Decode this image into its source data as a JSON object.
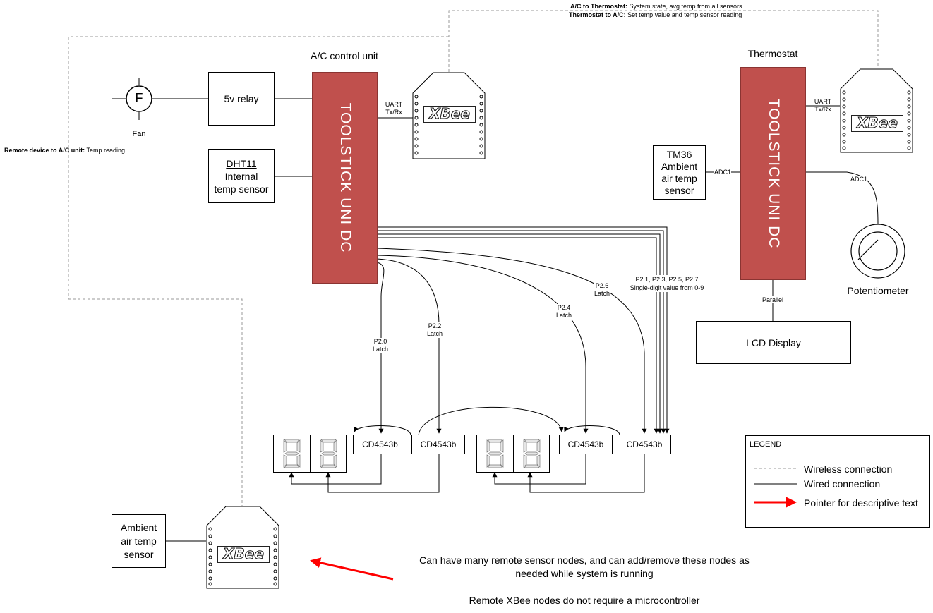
{
  "legend_top_notes": {
    "ac_to_thermostat_bold": "A/C to Thermostat:",
    "ac_to_thermostat_text": " System state, avg temp from all sensors",
    "thermostat_to_ac_bold": "Thermostat to A/C:",
    "thermostat_to_ac_text": " Set temp value and temp sensor reading"
  },
  "remote_note": {
    "bold": "Remote device to A/C unit:",
    "text": " Temp reading"
  },
  "ac_unit": {
    "title": "A/C control unit",
    "mcu_label": "TOOLSTICK UNI DC",
    "fan_symbol": "F",
    "fan_label": "Fan",
    "relay_label": "5v relay",
    "dht_title": "DHT11",
    "dht_line1": "Internal",
    "dht_line2": "temp sensor",
    "uart_line1": "UART",
    "uart_line2": "Tx/Rx",
    "xbee_logo": "XBee"
  },
  "thermostat": {
    "title": "Thermostat",
    "mcu_label": "TOOLSTICK UNI DC",
    "uart_line1": "UART",
    "uart_line2": "Tx/Rx",
    "xbee_logo": "XBee",
    "tm36_title": "TM36",
    "tm36_line1": "Ambient",
    "tm36_line2": "air temp",
    "tm36_line3": "sensor",
    "adc_left": "ADC1",
    "adc_right": "ADC1",
    "pot_label": "Potentiometer",
    "parallel_label": "Parallel",
    "lcd_label": "LCD Display"
  },
  "bus": {
    "p20_line1": "P2.0",
    "p20_line2": "Latch",
    "p22_line1": "P2.2",
    "p22_line2": "Latch",
    "p24_line1": "P2.4",
    "p24_line2": "Latch",
    "p26_line1": "P2.6",
    "p26_line2": "Latch",
    "data_line1": "P2.1, P2.3, P2.5, P2.7",
    "data_line2": "Single-digit value from 0-9"
  },
  "drivers": [
    "CD4543b",
    "CD4543b",
    "CD4543b",
    "CD4543b"
  ],
  "remote": {
    "sensor_line1": "Ambient",
    "sensor_line2": "air temp",
    "sensor_line3": "sensor",
    "xbee_logo": "XBee"
  },
  "notes": {
    "line1": "Can have many remote sensor nodes, and can add/remove these nodes as",
    "line2": "needed while system is running",
    "line3": "Remote XBee nodes do not require a microcontroller"
  },
  "legend": {
    "title": "LEGEND",
    "wireless": "Wireless connection",
    "wired": "Wired connection",
    "pointer": "Pointer for descriptive text",
    "pointer_color": "#ff0000"
  },
  "colors": {
    "mcu_fill": "#c0504d",
    "wireless_line": "#9a9a9a"
  }
}
